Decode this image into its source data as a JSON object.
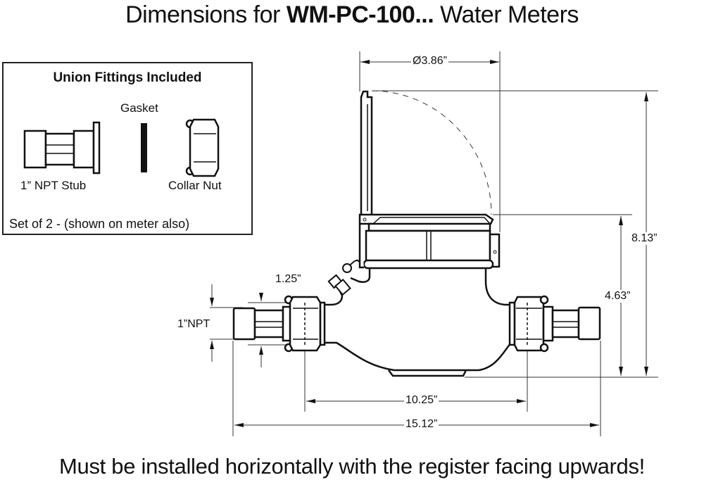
{
  "header": {
    "title_prefix": "Dimensions for ",
    "title_model": "WM-PC-100...",
    "title_suffix": " Water Meters"
  },
  "inset": {
    "title": "Union Fittings Included",
    "gasket_label": "Gasket",
    "stub_label": "1” NPT Stub",
    "collar_label": "Collar Nut",
    "note": "Set of 2 - (shown on meter also)"
  },
  "dimensions": {
    "diameter": "Ø3.86”",
    "total_height": "8.13”",
    "body_height": "4.63”",
    "union_offset": "1.25”",
    "npt_size": "1”NPT",
    "body_length": "10.25”",
    "overall_length": "15.12”"
  },
  "footer": {
    "warning": "Must be installed horizontally with the register facing upwards!"
  }
}
